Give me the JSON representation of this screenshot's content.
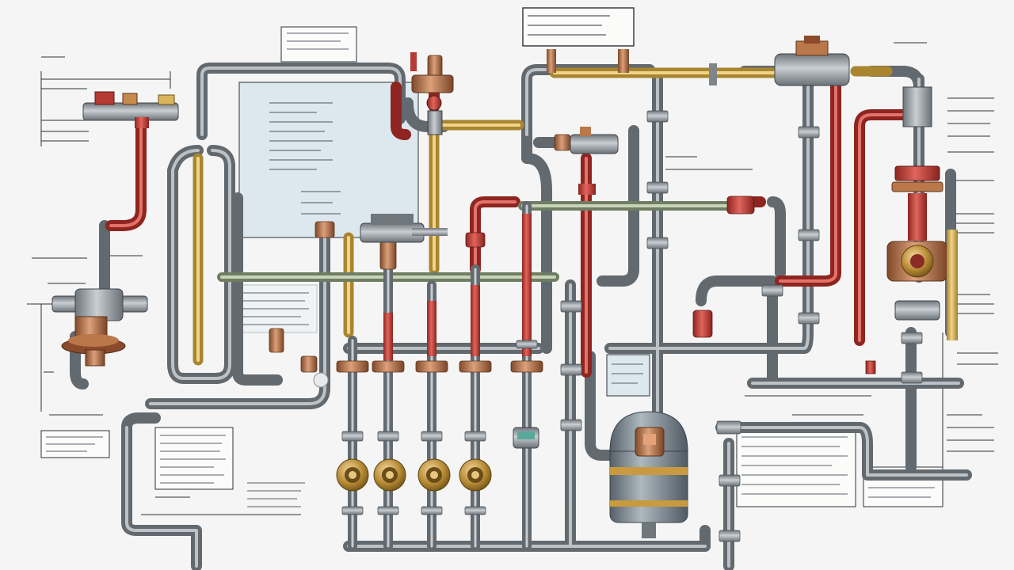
{
  "palette": {
    "background": "#f4f5f4",
    "pipe_gray": "#8f979d",
    "pipe_red": "#c23b35",
    "pipe_yellow": "#d9b45a",
    "pipe_copper": "#b9774a",
    "pipe_green": "#9aa98a",
    "brass": "#c99a3e",
    "tank": "#7d8891",
    "panel_blue": "#dde8ee",
    "ink": "#2d3338"
  },
  "labels": {
    "top_box": "",
    "right_heading": "",
    "left_heading": "",
    "center_note": ""
  },
  "components": {
    "gauge_valve_count": 4,
    "pressure_tank_count": 1,
    "pump_assembly_count": 2
  }
}
